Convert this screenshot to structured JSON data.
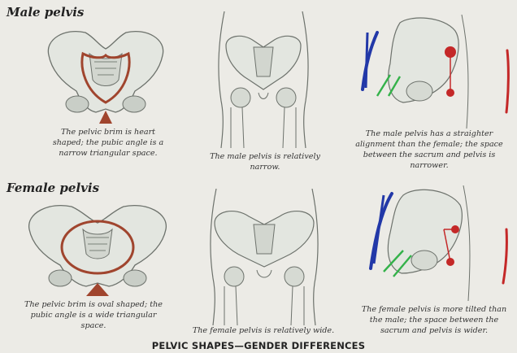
{
  "male": {
    "title": "Male pelvis",
    "captions": {
      "front": "The pelvic brim is heart shaped; the pubic angle is a narrow triangular space.",
      "back": "The male pelvis is relatively narrow.",
      "side": "The male pelvis has a straighter alignment than the female; the space between the sacrum and pelvis is narrower."
    }
  },
  "female": {
    "title": "Female pelvis",
    "captions": {
      "front": "The pelvic brim is oval shaped; the pubic angle is a wide triangular space.",
      "back": "The female pelvis is relatively wide.",
      "side": "The female pelvis is more tilted than the male; the space between the sacrum and pelvis is wider."
    }
  },
  "footer": "PELVIC SHAPES—GENDER DIFFERENCES",
  "colors": {
    "brim_outline": "#a0452e",
    "annotation_blue": "#2238a8",
    "annotation_green": "#34b24a",
    "annotation_red": "#c42828",
    "bone": "#e3e6e0",
    "bone_stroke": "#6d726c"
  }
}
